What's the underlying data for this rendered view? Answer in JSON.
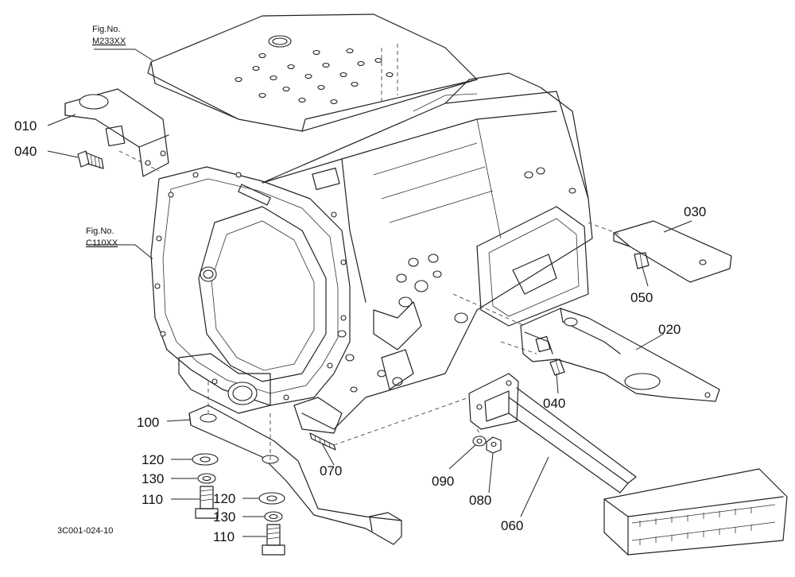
{
  "figure_refs": [
    {
      "line1": "Fig.No.",
      "line2": "M233XX"
    },
    {
      "line1": "Fig.No.",
      "line2": "C110XX"
    }
  ],
  "callouts": {
    "p010": "010",
    "p040a": "040",
    "p030": "030",
    "p050": "050",
    "p020": "020",
    "p040b": "040",
    "p100": "100",
    "p120a": "120",
    "p130a": "130",
    "p110a": "110",
    "p120b": "120",
    "p130b": "130",
    "p110b": "110",
    "p070": "070",
    "p090": "090",
    "p080": "080",
    "p060": "060"
  },
  "document_code": "3C001-024-10"
}
